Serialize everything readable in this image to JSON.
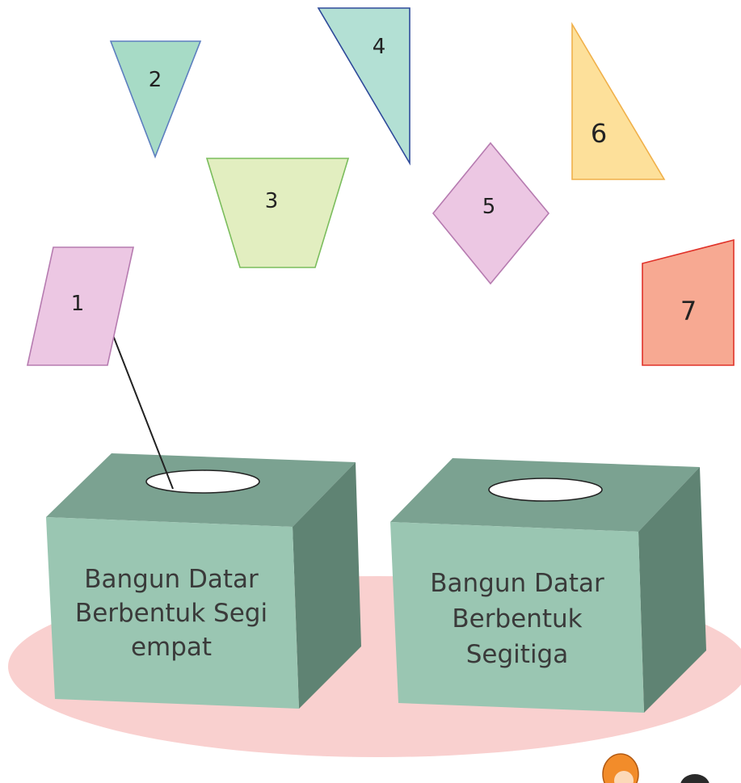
{
  "shapes": [
    {
      "label": "1",
      "kind": "parallelogram",
      "fill": "#ecc7e3",
      "stroke": "#b67bb0"
    },
    {
      "label": "2",
      "kind": "triangle",
      "fill": "#a7dbc6",
      "stroke": "#5d7fbf"
    },
    {
      "label": "3",
      "kind": "trapezoid",
      "fill": "#e2eec0",
      "stroke": "#7bbd5d"
    },
    {
      "label": "4",
      "kind": "triangle",
      "fill": "#b3e0d4",
      "stroke": "#2e4a9a"
    },
    {
      "label": "5",
      "kind": "rhombus",
      "fill": "#ecc7e3",
      "stroke": "#b67bb0"
    },
    {
      "label": "6",
      "kind": "triangle",
      "fill": "#fde09a",
      "stroke": "#f0b04a"
    },
    {
      "label": "7",
      "kind": "trapezium",
      "fill": "#f7a992",
      "stroke": "#e0332a"
    }
  ],
  "boxes": [
    {
      "lines": [
        "Bangun Datar",
        "Berbentuk Segi",
        "empat"
      ]
    },
    {
      "lines": [
        "Bangun Datar",
        "Berbentuk",
        "Segitiga"
      ]
    }
  ],
  "colors": {
    "box_front": "#9ac6b2",
    "box_top": "#7ba291",
    "box_side": "#5f8373",
    "mat": "#f9d0cf",
    "slot": "#ffffff"
  }
}
